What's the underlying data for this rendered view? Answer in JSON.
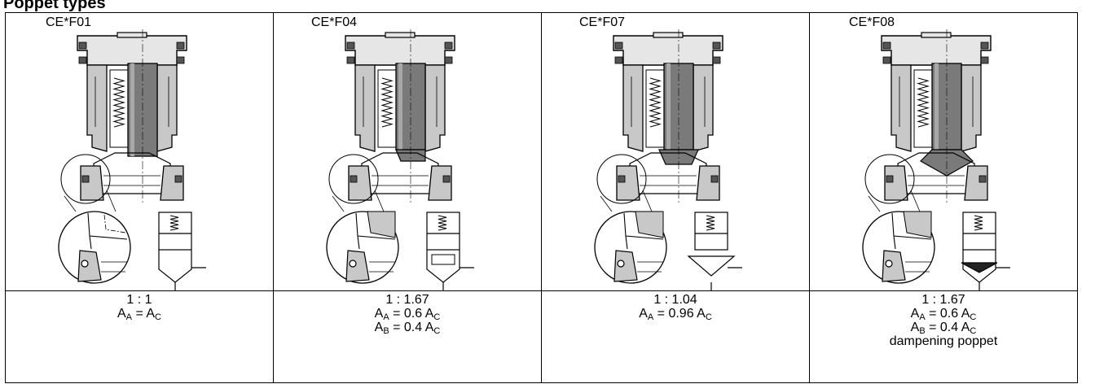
{
  "page": {
    "heading": "Poppet types"
  },
  "columns": [
    {
      "code": "CE*F01",
      "poppet_tip": "flat",
      "ratio": "1 : 1",
      "equations": [
        {
          "lhs": "A",
          "lhs_sub": "A",
          "eq": " = ",
          "rhs": "A",
          "rhs_sub": "C"
        }
      ],
      "note": ""
    },
    {
      "code": "CE*F04",
      "poppet_tip": "taper",
      "ratio": "1 : 1.67",
      "equations": [
        {
          "lhs": "A",
          "lhs_sub": "A",
          "eq": " = 0.6 ",
          "rhs": "A",
          "rhs_sub": "C"
        },
        {
          "lhs": "A",
          "lhs_sub": "B",
          "eq": " = 0.4 ",
          "rhs": "A",
          "rhs_sub": "C"
        }
      ],
      "note": ""
    },
    {
      "code": "CE*F07",
      "poppet_tip": "cone",
      "ratio": "1 : 1.04",
      "equations": [
        {
          "lhs": "A",
          "lhs_sub": "A",
          "eq": " = 0.96 ",
          "rhs": "A",
          "rhs_sub": "C"
        }
      ],
      "note": ""
    },
    {
      "code": "CE*F08",
      "poppet_tip": "dampening",
      "ratio": "1 : 1.67",
      "equations": [
        {
          "lhs": "A",
          "lhs_sub": "A",
          "eq": " = 0.6 ",
          "rhs": "A",
          "rhs_sub": "C"
        },
        {
          "lhs": "A",
          "lhs_sub": "B",
          "eq": " = 0.4 ",
          "rhs": "A",
          "rhs_sub": "C"
        }
      ],
      "note": "dampening poppet"
    }
  ],
  "colors": {
    "line": "#000000",
    "poppet_fill": "#7a7a7a",
    "body_fill": "#c8c8c8",
    "light_fill": "#e6e6e6",
    "background": "#ffffff"
  }
}
